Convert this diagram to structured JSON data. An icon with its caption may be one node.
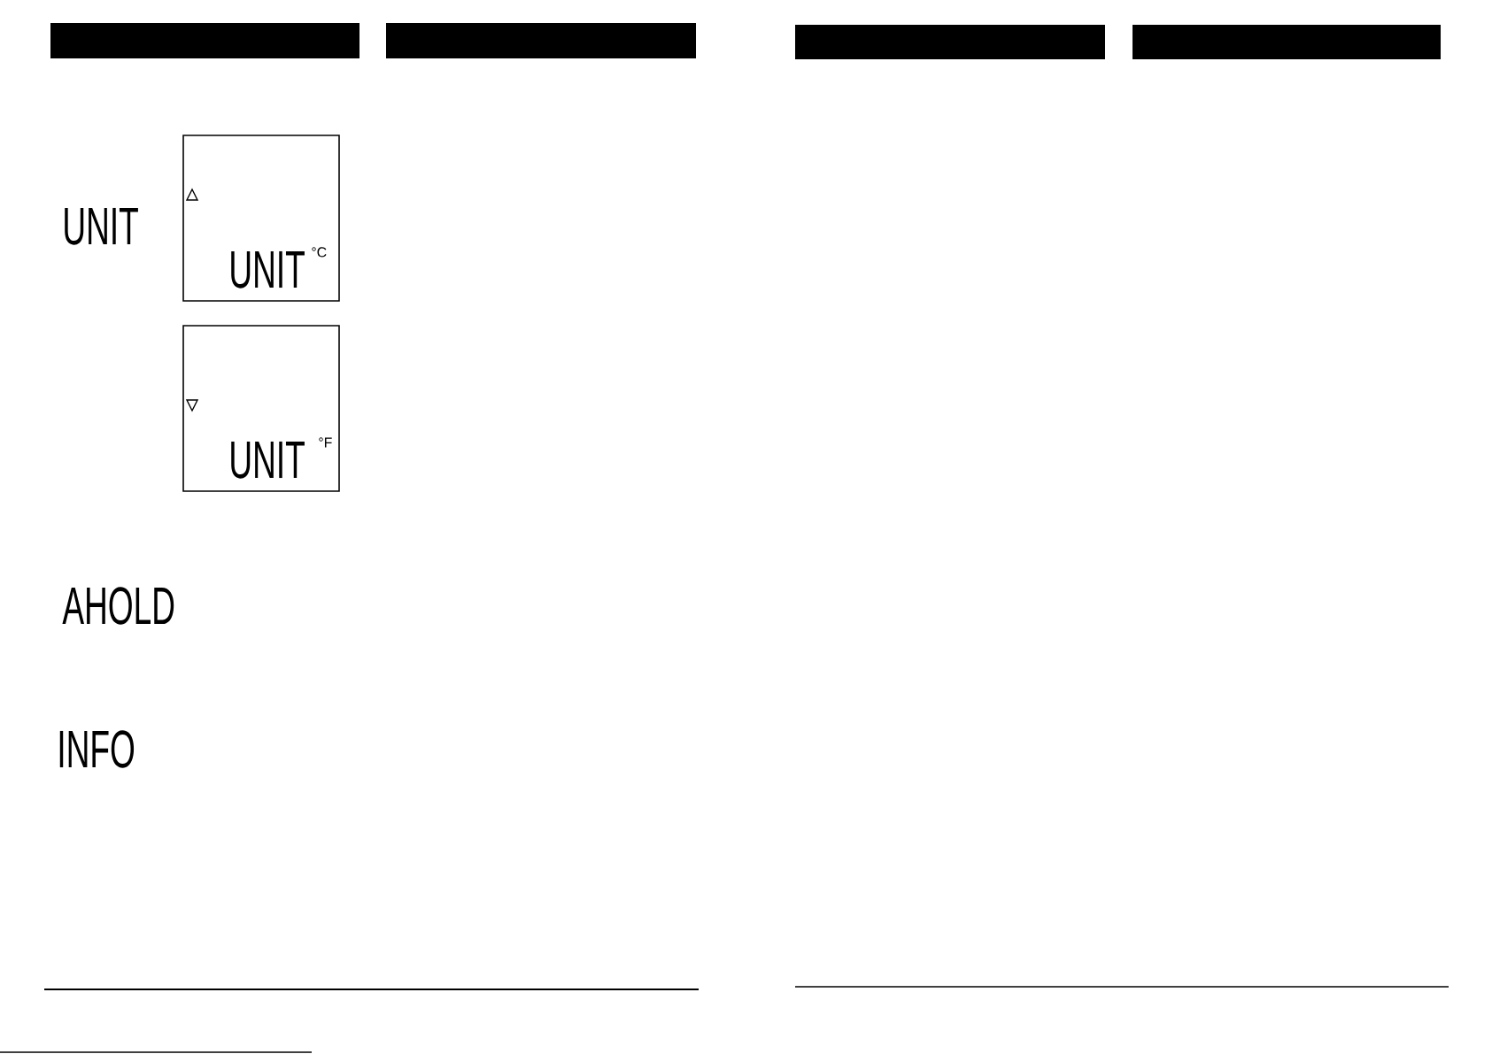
{
  "diagram": {
    "nodes": [
      {
        "text": [
          "UNIT",
          "°C"
        ]
      },
      {
        "text": [
          "UNIT",
          "°F"
        ]
      }
    ],
    "labels": [
      "UNIT",
      "AHOLD",
      "INFO"
    ]
  }
}
